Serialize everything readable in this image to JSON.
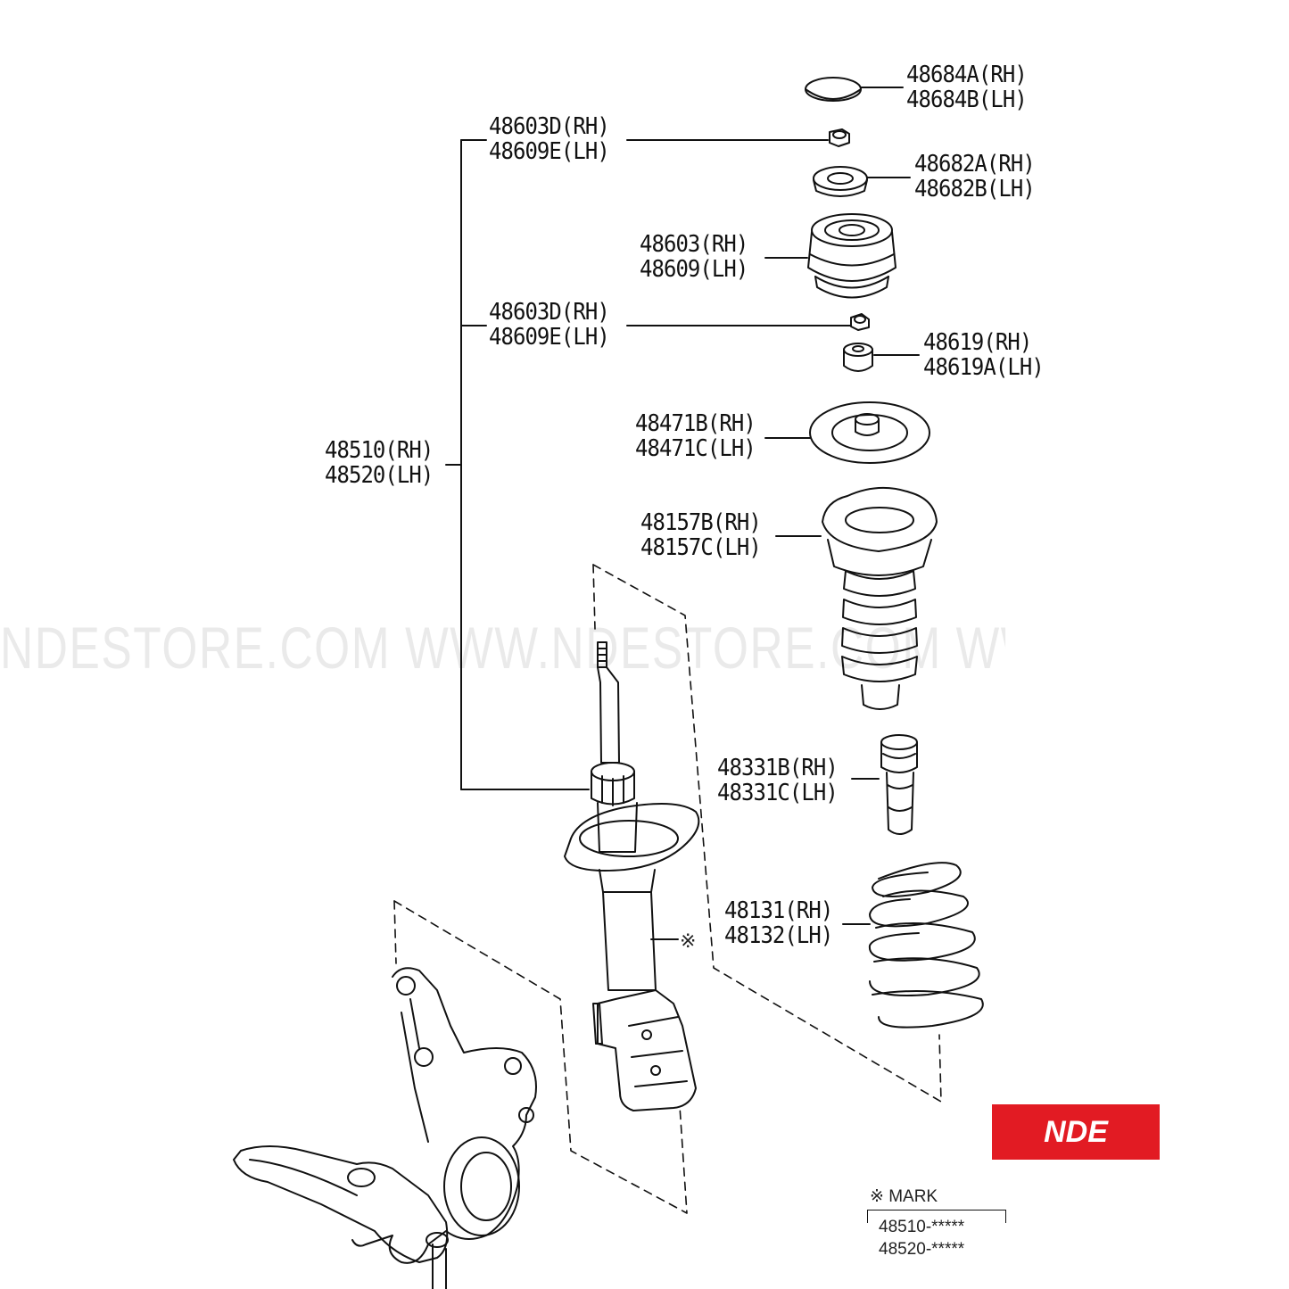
{
  "labels": {
    "cap_rh": "48684A(RH)",
    "cap_lh": "48684B(LH)",
    "nut_top_rh": "48603D(RH)",
    "nut_top_lh": "48609E(LH)",
    "washer_rh": "48682A(RH)",
    "washer_lh": "48682B(LH)",
    "mount_rh": "48603(RH)",
    "mount_lh": "48609(LH)",
    "nut_mid_rh": "48603D(RH)",
    "nut_mid_lh": "48609E(LH)",
    "bushing_rh": "48619(RH)",
    "bushing_lh": "48619A(LH)",
    "seat_upper_rh": "48471B(RH)",
    "seat_upper_lh": "48471C(LH)",
    "strut_rh": "48510(RH)",
    "strut_lh": "48520(LH)",
    "boot_rh": "48157B(RH)",
    "boot_lh": "48157C(LH)",
    "bumper_rh": "48331B(RH)",
    "bumper_lh": "48331C(LH)",
    "spring_rh": "48131(RH)",
    "spring_lh": "48132(LH)",
    "mark_symbol": "※"
  },
  "watermark": "NDESTORE.COM WWW.NDESTORE.COM WWW.NDESTORE.COM",
  "brand": {
    "name": "NDE",
    "color": "#e21b23"
  },
  "mark_legend": {
    "title": "※ MARK",
    "line1": "48510-*****",
    "line2": "48520-*****"
  }
}
